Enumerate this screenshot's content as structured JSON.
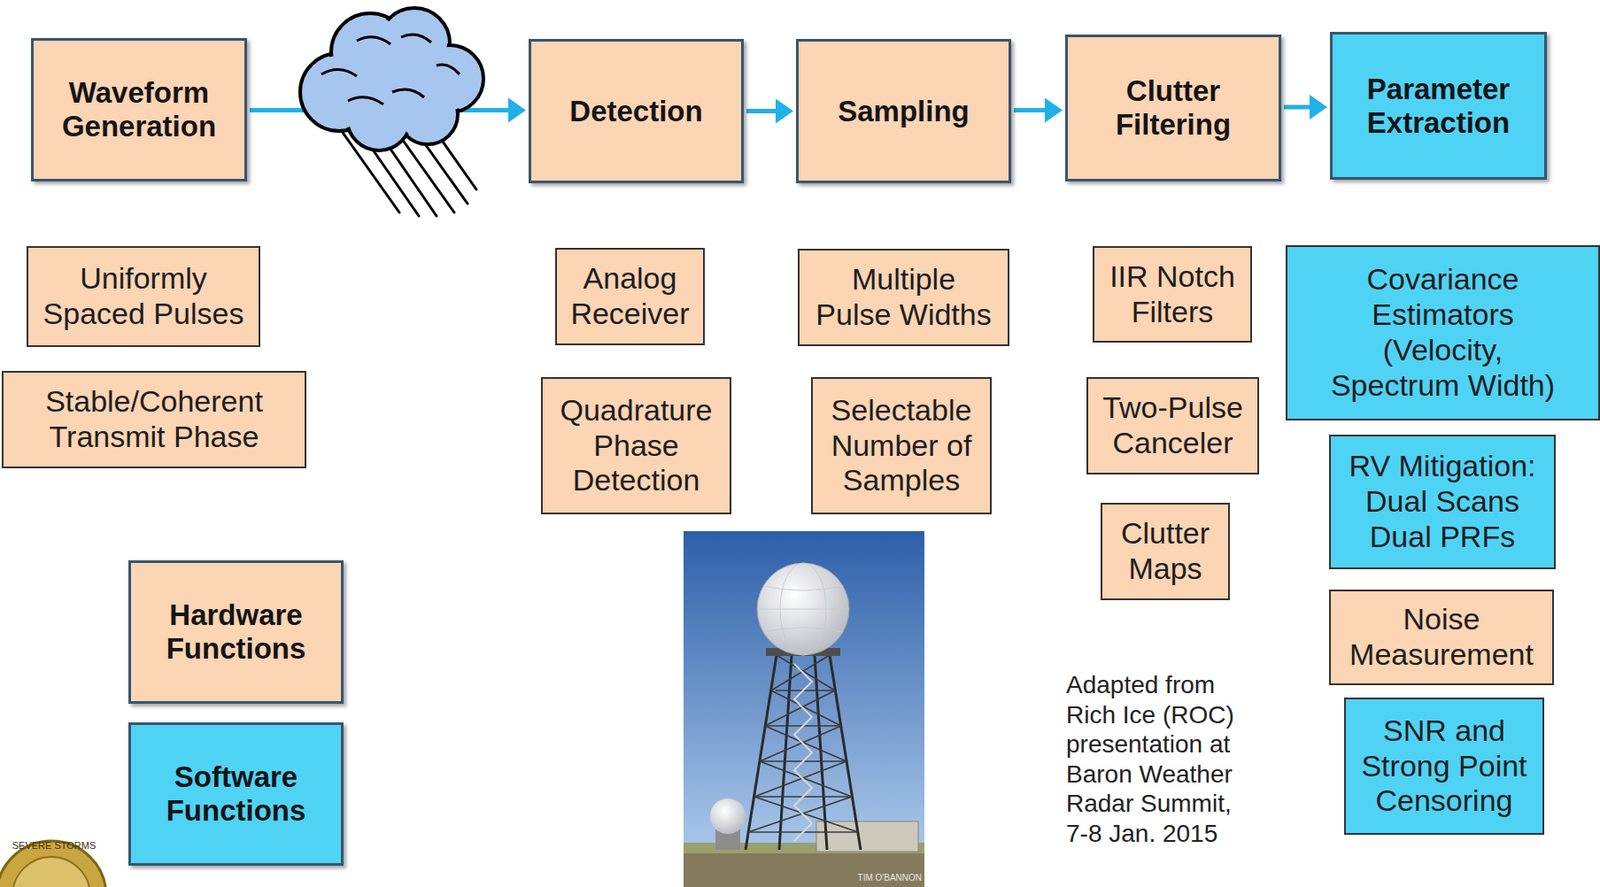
{
  "diagram": {
    "nodes": [
      {
        "text": [
          "Waveform Generation"
        ]
      },
      {
        "text": [
          "Detection"
        ]
      },
      {
        "text": [
          "Sampling"
        ]
      },
      {
        "text": [
          "Clutter Filtering"
        ]
      },
      {
        "text": [
          "Parameter Extraction"
        ]
      },
      {
        "text": [
          "Uniformly Spaced Pulses"
        ]
      },
      {
        "text": [
          "Stable/Coherent Transmit Phase"
        ]
      },
      {
        "text": [
          "Analog Receiver"
        ]
      },
      {
        "text": [
          "Quadrature Phase Detection"
        ]
      },
      {
        "text": [
          "Multiple Pulse Widths"
        ]
      },
      {
        "text": [
          "Selectable Number of Samples"
        ]
      },
      {
        "text": [
          "IIR Notch Filters"
        ]
      },
      {
        "text": [
          "Two-Pulse Canceler"
        ]
      },
      {
        "text": [
          "Clutter Maps"
        ]
      },
      {
        "text": [
          "Covariance Estimators (Velocity, Spectrum Width)"
        ]
      },
      {
        "text": [
          "RV Mitigation: Dual Scans Dual PRFs"
        ]
      },
      {
        "text": [
          "Noise Measurement"
        ]
      },
      {
        "text": [
          "SNR and Strong Point Censoring"
        ]
      }
    ],
    "edges": [
      {
        "from": 0,
        "to": 1,
        "arrow": "to"
      },
      {
        "from": 1,
        "to": 2,
        "arrow": "to"
      },
      {
        "from": 2,
        "to": 3,
        "arrow": "to"
      },
      {
        "from": 3,
        "to": 4,
        "arrow": "to"
      }
    ],
    "labels": [
      "Adapted from Rich Ice (ROC) presentation at Baron Weather Radar Summit, 7-8 Jan. 2015",
      "TIM O'BANNON",
      "SEVERE STORMS"
    ],
    "legend": [
      {
        "text": "Hardware Functions",
        "color": "#fcd5b4"
      },
      {
        "text": "Software Functions",
        "color": "#4fd3f5"
      }
    ]
  }
}
